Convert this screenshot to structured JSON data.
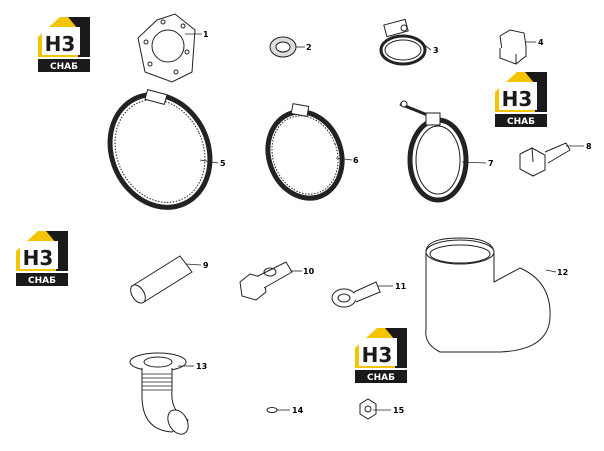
{
  "diagram": {
    "background": "#ffffff",
    "line_color": "#222222",
    "shade_color": "#d8d8d8",
    "parts": [
      {
        "number": "1",
        "icon": "gasket-icon"
      },
      {
        "number": "2",
        "icon": "washer-icon"
      },
      {
        "number": "3",
        "icon": "hose-clamp-icon"
      },
      {
        "number": "4",
        "icon": "plug-icon"
      },
      {
        "number": "5",
        "icon": "large-band-clamp-icon"
      },
      {
        "number": "6",
        "icon": "worm-clamp-icon"
      },
      {
        "number": "7",
        "icon": "v-band-clamp-icon"
      },
      {
        "number": "8",
        "icon": "bolt-icon"
      },
      {
        "number": "9",
        "icon": "sleeve-icon"
      },
      {
        "number": "10",
        "icon": "banjo-bolt-icon"
      },
      {
        "number": "11",
        "icon": "banjo-fitting-icon"
      },
      {
        "number": "12",
        "icon": "elbow-hose-icon"
      },
      {
        "number": "13",
        "icon": "flex-elbow-icon"
      },
      {
        "number": "14",
        "icon": "o-ring-icon"
      },
      {
        "number": "15",
        "icon": "nut-icon"
      }
    ]
  },
  "watermark": {
    "letters": "H3",
    "caption": "СНАБ",
    "accent_color": "#f5c400",
    "dark_color": "#1a1a1a",
    "count": 4
  }
}
